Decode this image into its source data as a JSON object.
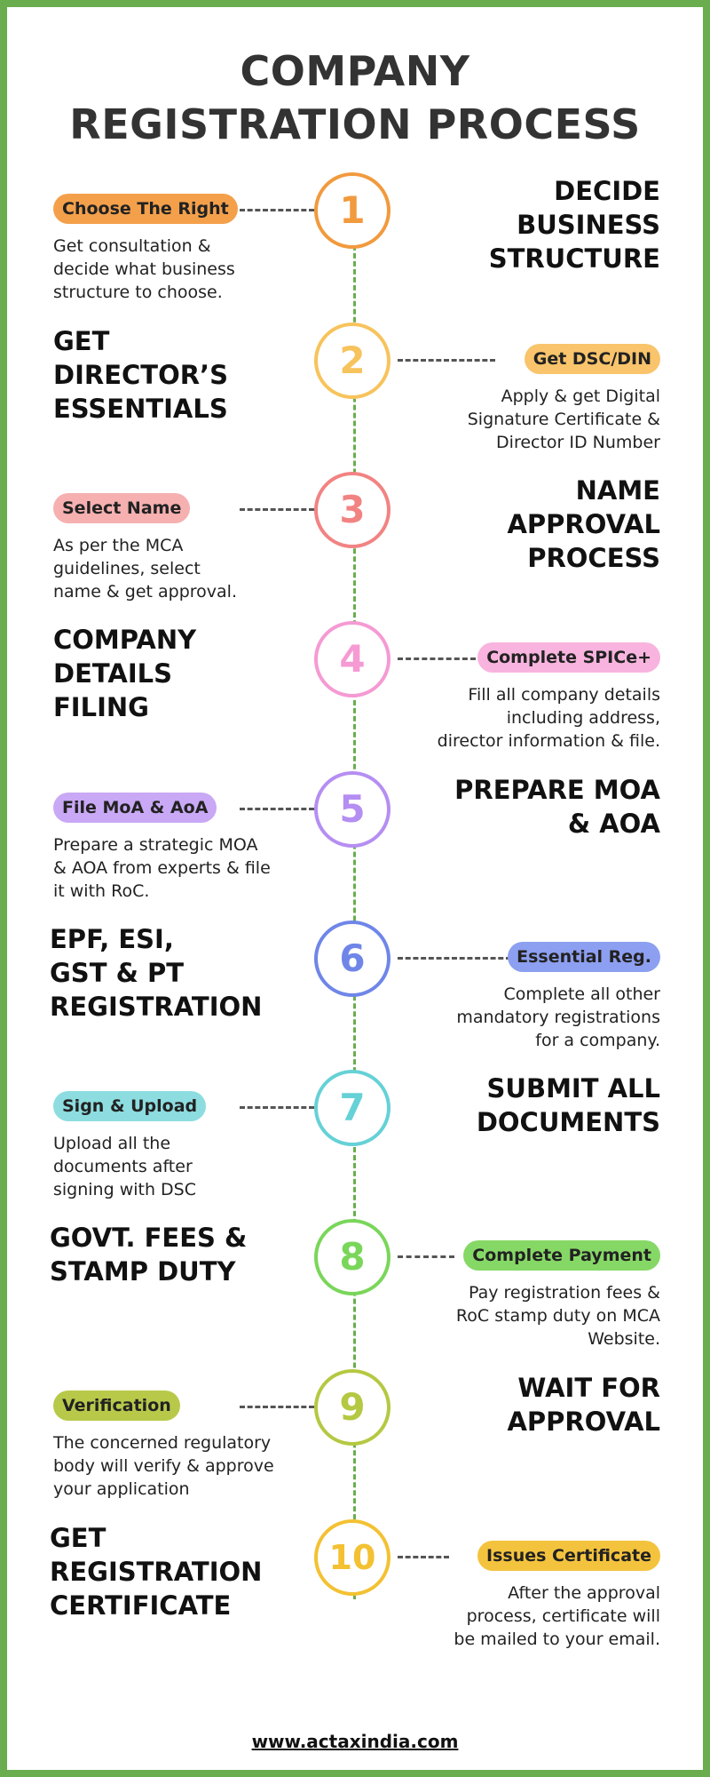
{
  "title": [
    "COMPANY",
    "REGISTRATION PROCESS"
  ],
  "footer": "www.actaxindia.com",
  "steps": [
    {
      "number": "1",
      "color": "#f19a3e",
      "pill": "Choose The Right",
      "pill_bg": "#f4a04b",
      "heading": [
        "DECIDE",
        "BUSINESS",
        "STRUCTURE"
      ],
      "desc": [
        "Get consultation &",
        "decide what business",
        "structure to choose."
      ]
    },
    {
      "number": "2",
      "color": "#f7c35c",
      "pill": "Get DSC/DIN",
      "pill_bg": "#f9c46b",
      "heading": [
        "GET",
        "DIRECTOR’S",
        "ESSENTIALS"
      ],
      "desc": [
        "Apply & get Digital",
        "Signature Certificate &",
        "Director ID Number"
      ]
    },
    {
      "number": "3",
      "color": "#f28383",
      "pill": "Select Name",
      "pill_bg": "#f6b0b0",
      "heading": [
        "NAME",
        "APPROVAL",
        "PROCESS"
      ],
      "desc": [
        "As per the MCA",
        "guidelines, select",
        "name & get approval."
      ]
    },
    {
      "number": "4",
      "color": "#f59ad3",
      "pill": "Complete SPICe+",
      "pill_bg": "#f8b4de",
      "heading": [
        "COMPANY",
        "DETAILS",
        "FILING"
      ],
      "desc": [
        "Fill all company details",
        "including address,",
        "director information & file."
      ]
    },
    {
      "number": "5",
      "color": "#b58ef2",
      "pill": "File MoA & AoA",
      "pill_bg": "#c9a8f5",
      "heading": [
        "PREPARE MOA",
        "& AOA"
      ],
      "desc": [
        "Prepare a strategic MOA",
        "& AOA from experts & file",
        "it with RoC."
      ]
    },
    {
      "number": "6",
      "color": "#6f86e8",
      "pill": "Essential Reg.",
      "pill_bg": "#8d9ff0",
      "heading": [
        "EPF, ESI,",
        "GST & PT",
        "REGISTRATION"
      ],
      "desc": [
        "Complete all other",
        "mandatory registrations",
        "for a company."
      ]
    },
    {
      "number": "7",
      "color": "#66d1d6",
      "pill": "Sign & Upload",
      "pill_bg": "#8ddde0",
      "heading": [
        "SUBMIT ALL",
        "DOCUMENTS"
      ],
      "desc": [
        "Upload all the",
        "documents after",
        "signing with DSC"
      ]
    },
    {
      "number": "8",
      "color": "#7ad65a",
      "pill": "Complete Payment",
      "pill_bg": "#86d866",
      "heading": [
        "GOVT. FEES &",
        "STAMP DUTY"
      ],
      "desc": [
        "Pay registration fees &",
        "RoC stamp duty on MCA",
        "Website."
      ]
    },
    {
      "number": "9",
      "color": "#b5c842",
      "pill": "Verification",
      "pill_bg": "#b8c94a",
      "heading": [
        "WAIT FOR",
        "APPROVAL"
      ],
      "desc": [
        "The concerned regulatory",
        "body will verify & approve",
        "your application"
      ]
    },
    {
      "number": "10",
      "color": "#f3c132",
      "pill": "Issues Certificate",
      "pill_bg": "#f4c33e",
      "heading": [
        "GET",
        "REGISTRATION",
        "CERTIFICATE"
      ],
      "desc": [
        "After the approval",
        "process, certificate will",
        "be mailed to your email."
      ]
    }
  ]
}
